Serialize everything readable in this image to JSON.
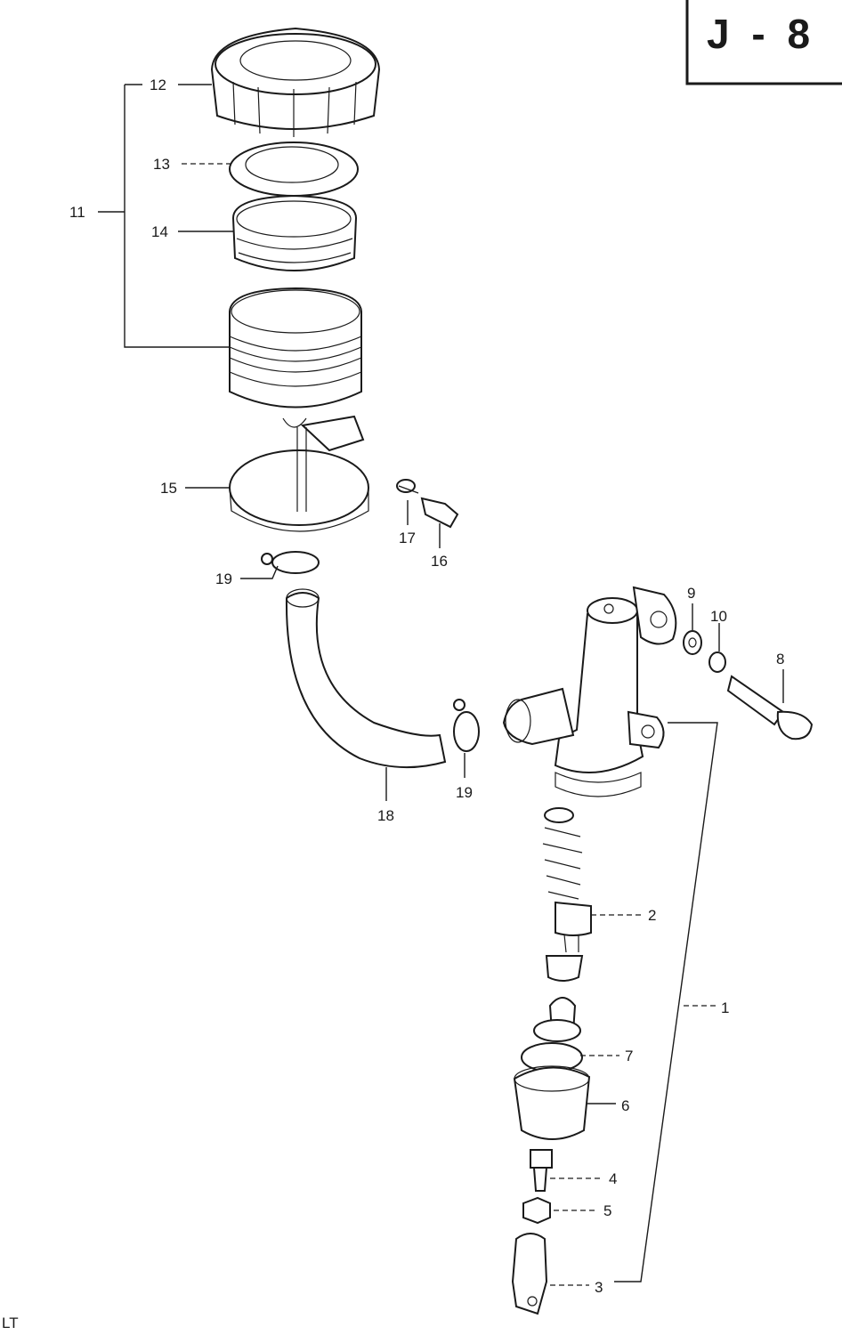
{
  "section_code": "J - 8",
  "corner_mark": "LT",
  "callouts": [
    {
      "id": "1",
      "text": "1"
    },
    {
      "id": "2",
      "text": "2"
    },
    {
      "id": "3",
      "text": "3"
    },
    {
      "id": "4",
      "text": "4"
    },
    {
      "id": "5",
      "text": "5"
    },
    {
      "id": "6",
      "text": "6"
    },
    {
      "id": "7",
      "text": "7"
    },
    {
      "id": "8",
      "text": "8"
    },
    {
      "id": "9",
      "text": "9"
    },
    {
      "id": "10",
      "text": "10"
    },
    {
      "id": "11",
      "text": "11"
    },
    {
      "id": "12",
      "text": "12"
    },
    {
      "id": "13",
      "text": "13"
    },
    {
      "id": "14",
      "text": "14"
    },
    {
      "id": "15",
      "text": "15"
    },
    {
      "id": "16",
      "text": "16"
    },
    {
      "id": "17",
      "text": "17"
    },
    {
      "id": "18",
      "text": "18"
    },
    {
      "id": "19a",
      "text": "19"
    },
    {
      "id": "19b",
      "text": "19"
    }
  ]
}
